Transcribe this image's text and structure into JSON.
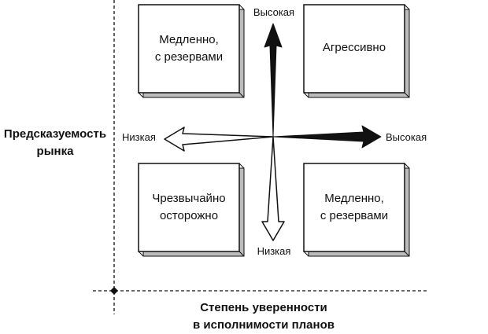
{
  "y_axis": {
    "title_line1": "Предсказуемость",
    "title_line2": "рынка",
    "low_label": "Низкая",
    "high_label": "Высокая"
  },
  "x_axis": {
    "title_line1": "Степень уверенности",
    "title_line2": "в исполнимости планов",
    "low_label": "Низкая",
    "high_label": "Высокая"
  },
  "quadrants": {
    "top_left": {
      "line1": "Медленно,",
      "line2": "с резервами"
    },
    "top_right": {
      "line1": "Агрессивно",
      "line2": ""
    },
    "bottom_left": {
      "line1": "Чрезвычайно",
      "line2": "осторожно"
    },
    "bottom_right": {
      "line1": "Медленно,",
      "line2": "с резервами"
    }
  }
}
